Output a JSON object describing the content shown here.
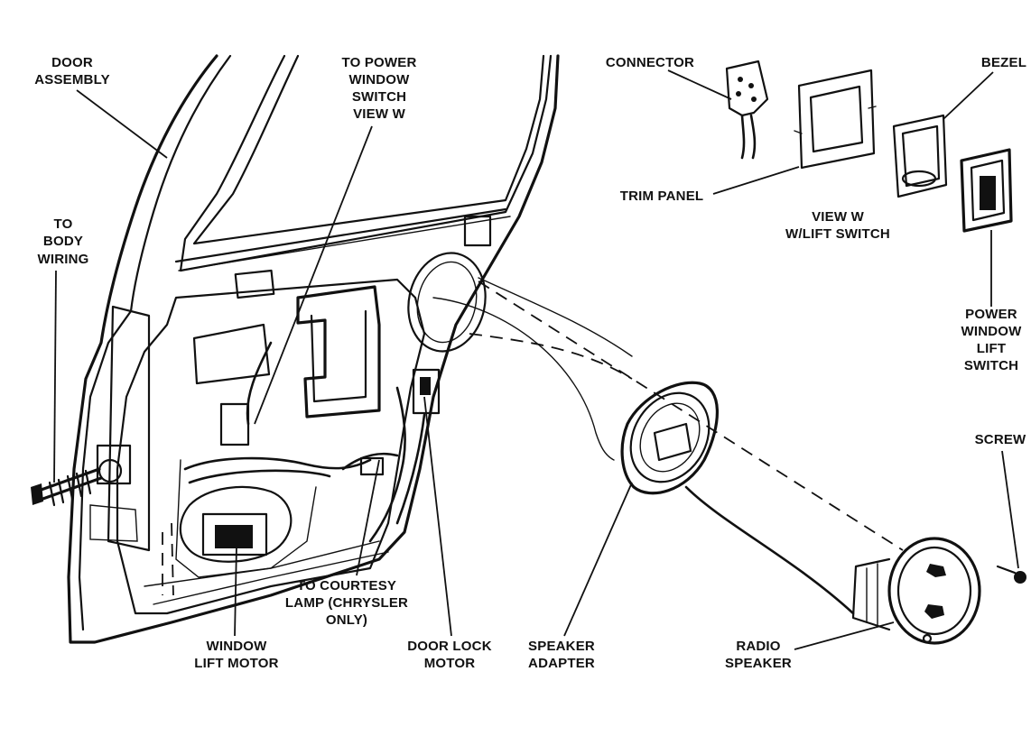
{
  "labels": {
    "door_assembly": [
      "DOOR",
      "ASSEMBLY"
    ],
    "to_power_window_switch": [
      "TO POWER",
      "WINDOW",
      "SWITCH",
      "VIEW W"
    ],
    "connector": [
      "CONNECTOR"
    ],
    "bezel": [
      "BEZEL"
    ],
    "trim_panel": [
      "TRIM PANEL"
    ],
    "view_w": [
      "VIEW W",
      "W/LIFT SWITCH"
    ],
    "to_body_wiring": [
      "TO",
      "BODY",
      "WIRING"
    ],
    "power_window_lift_switch": [
      "POWER",
      "WINDOW",
      "LIFT",
      "SWITCH"
    ],
    "screw": [
      "SCREW"
    ],
    "to_courtesy_lamp": [
      "TO COURTESY",
      "LAMP (CHRYSLER",
      "ONLY)"
    ],
    "window_lift_motor": [
      "WINDOW",
      "LIFT MOTOR"
    ],
    "door_lock_motor": [
      "DOOR LOCK",
      "MOTOR"
    ],
    "speaker_adapter": [
      "SPEAKER",
      "ADAPTER"
    ],
    "radio_speaker": [
      "RADIO",
      "SPEAKER"
    ]
  },
  "colors": {
    "ink": "#111111",
    "paper": "#ffffff"
  }
}
